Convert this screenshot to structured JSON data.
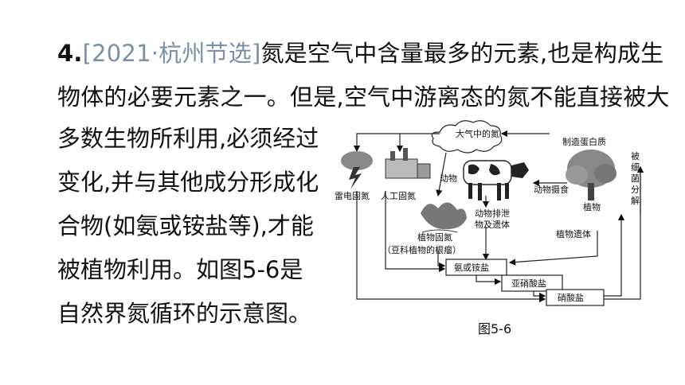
{
  "question": {
    "number": "4.",
    "source": "[2021·杭州节选]",
    "line1_rest": "氮是空气中含量最多的元素,也是构成生",
    "line2": "物体的必要元素之一。但是,空气中游离态的氮不能直接被大",
    "side_lines": [
      "多数生物所利用,必须经过",
      "变化,并与其他成分形成化",
      "合物(如氨或铵盐等),才能",
      "被植物利用。如图5-6是",
      "自然界氮循环的示意图。"
    ]
  },
  "diagram": {
    "caption": "图5-6",
    "labels": {
      "air_n2": "大气中的氮",
      "lightning": "雷电固氮",
      "industrial": "人工固氮",
      "animal": "动物",
      "excretion_1": "动物排泄",
      "excretion_2": "物及遗体",
      "animal_eat": "动物摄食",
      "protein": "制造蛋白质",
      "plant": "植物",
      "plant_remains": "植物遗体",
      "plant_fix": "植物固氮",
      "legume": "（豆科植物的根瘤）",
      "ammonia": "氨或铵盐",
      "nitrite": "亚硝酸盐",
      "nitrate": "硝酸盐",
      "bacteria": [
        "被",
        "细",
        "菌",
        "分",
        "解"
      ]
    }
  }
}
